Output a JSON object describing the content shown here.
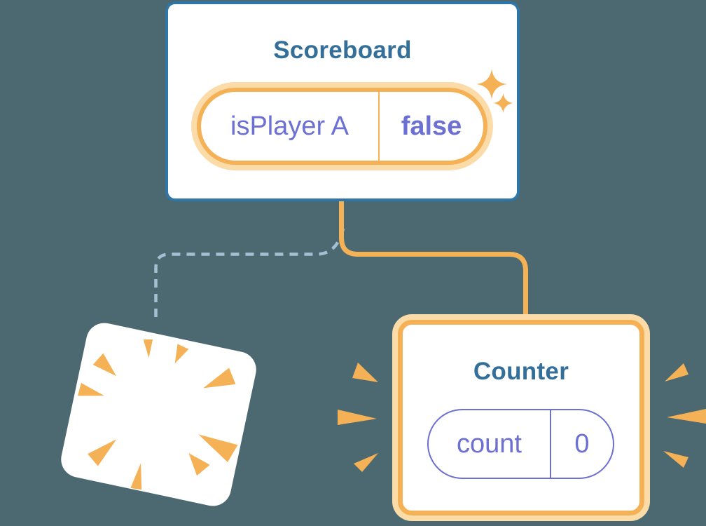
{
  "colors": {
    "bg": "#4C6971",
    "card-bg": "#FFFFFF",
    "blue-border": "#2E75A8",
    "title": "#336F99",
    "orange": "#F5B156",
    "orange-light": "#FBDCA8",
    "purple": "#6B70D2",
    "dash": "#A3BFD2"
  },
  "scoreboard": {
    "title": "Scoreboard",
    "state": {
      "name": "isPlayer A",
      "value": "false"
    }
  },
  "counter": {
    "title": "Counter",
    "state": {
      "name": "count",
      "value": "0"
    }
  },
  "icons": {
    "sparkles": "sparkle-icon",
    "poof": "poof-burst-icon",
    "emphasis": "emphasis-burst-icon"
  }
}
